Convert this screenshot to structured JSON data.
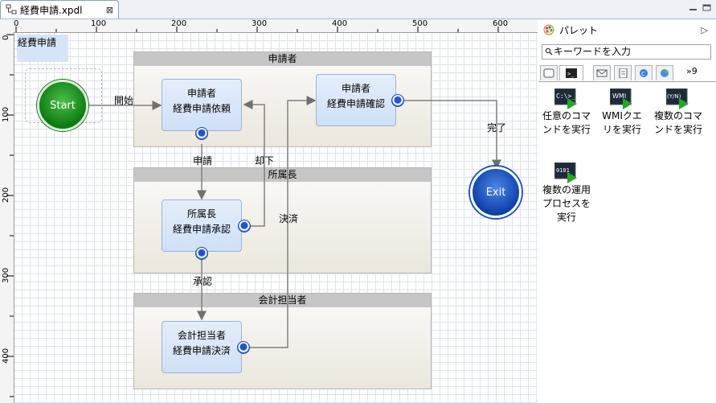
{
  "editor_tab": {
    "title": "経費申請.xpdl",
    "close": "⊠"
  },
  "ruler": {
    "h_labels": [
      "0",
      "100",
      "200",
      "300",
      "400",
      "500",
      "600"
    ],
    "v_labels": [
      "0",
      "100",
      "200",
      "300",
      "400"
    ]
  },
  "process_label": "経費申請",
  "lanes": [
    {
      "title": "申請者"
    },
    {
      "title": "所属長"
    },
    {
      "title": "会計担当者"
    }
  ],
  "start": "Start",
  "exit": "Exit",
  "nodes": [
    {
      "role": "申請者",
      "task": "経費申請依頼"
    },
    {
      "role": "申請者",
      "task": "経費申請確認"
    },
    {
      "role": "所属長",
      "task": "経費申請承認"
    },
    {
      "role": "会計担当者",
      "task": "経費申請決済"
    }
  ],
  "edge_labels": {
    "start": "開始",
    "apply": "申請",
    "reject": "却下",
    "settle": "決済",
    "approve": "承認",
    "done": "完了"
  },
  "palette": {
    "title": "パレット",
    "collapse": "▷",
    "search_placeholder": "キーワードを入力",
    "more_tabs": "»9",
    "tools": [
      {
        "icon": "command-icon",
        "label": "任意のコマンドを実行",
        "badge": "C:\\>_"
      },
      {
        "icon": "wmi-icon",
        "label": "WMIクエリを実行",
        "badge": "WMI"
      },
      {
        "icon": "multi-command-icon",
        "label": "複数のコマンドを実行",
        "badge": "(Y/N)"
      },
      {
        "icon": "ops-process-icon",
        "label": "複数の運用プロセスを実行",
        "badge": "0101"
      }
    ]
  },
  "colors": {
    "accent": "#2a66c8",
    "start": "#1e8a1e",
    "exit": "#1a4fbf",
    "lane_head": "#c6c6c6"
  }
}
